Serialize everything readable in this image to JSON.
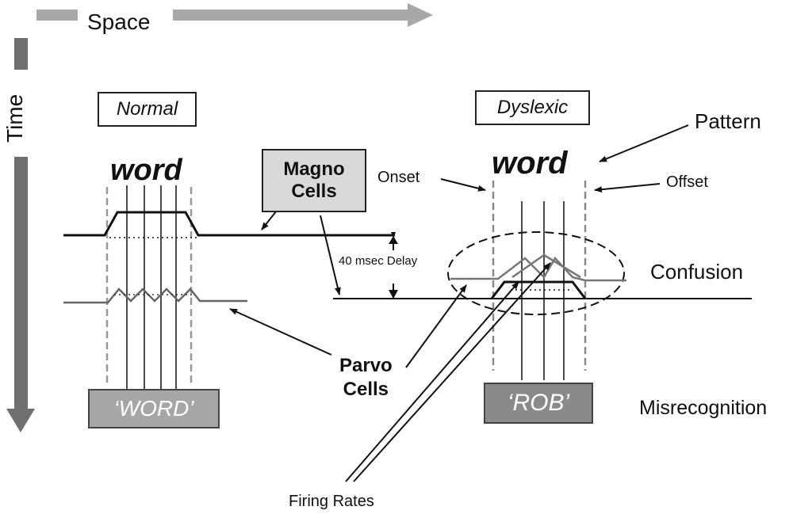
{
  "axes": {
    "space_label": "Space",
    "time_label": "Time"
  },
  "normal_panel": {
    "title": "Normal",
    "word": "word",
    "output": "‘WORD’"
  },
  "dyslexic_panel": {
    "title": "Dyslexic",
    "word": "word",
    "output": "‘ROB’"
  },
  "labels": {
    "magno_cells": "Magno Cells",
    "magno_line1": "Magno",
    "magno_line2": "Cells",
    "delay": "40 msec Delay",
    "parvo_line1": "Parvo",
    "parvo_line2": "Cells",
    "firing_rates": "Firing Rates",
    "onset": "Onset",
    "offset": "Offset",
    "pattern": "Pattern",
    "confusion": "Confusion",
    "misrecognition": "Misrecognition"
  },
  "colors": {
    "normal_panel_bg": "#efefef",
    "dyslexic_panel_bg": "#cfcfcf",
    "magno_box_bg": "#d9d9d9",
    "normal_output_bg": "#a6a6a6",
    "dyslexic_output_bg": "#8a8a8a",
    "arrow_gray": "#9a9a9a",
    "time_arrow": "#6f6f6f"
  }
}
